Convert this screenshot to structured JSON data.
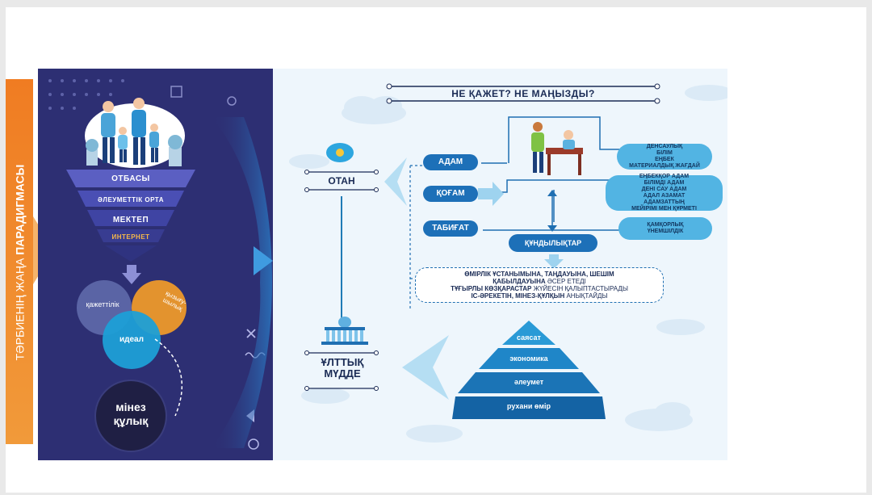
{
  "side_title": {
    "normal": "ТӘРБИЕНІҢ ЖАҢА ",
    "bold": "ПАРАДИГМАСЫ"
  },
  "funnel": [
    "ОТБАСЫ",
    "ӘЛЕУМЕТТІК ОРТА",
    "МЕКТЕП",
    "ИНТЕРНЕТ"
  ],
  "venn": {
    "need": "қажеттілік",
    "interest": "қызығу-шылық",
    "ideal": "идеал"
  },
  "character": {
    "line1": "мінез",
    "line2": "құлық"
  },
  "header": "НЕ ҚАЖЕТ? НЕ МАҢЫЗДЫ?",
  "otan": "ОТАН",
  "national": {
    "line1": "ҰЛТТЫҚ",
    "line2": "МҮДДЕ"
  },
  "nodes": {
    "adam": "АДАМ",
    "qogam": "ҚОҒАМ",
    "tabigat": "ТАБИҒАТ",
    "values": "ҚҰНДЫЛЫҚТАР"
  },
  "boxes": {
    "health": [
      "ДЕНСАУЛЫҚ",
      "БІЛІМ",
      "ЕҢБЕК",
      "МАТЕРИАЛДЫҚ ЖАҒДАЙ"
    ],
    "citizen": [
      "ЕҢБЕКҚОР АДАМ",
      "БІЛІМДІ АДАМ",
      "ДЕНІ САУ АДАМ",
      "АДАЛ АЗАМАТ",
      "АДАМЗАТТЫҢ",
      "МЕЙІРІМІ МЕН ҚҰРМЕТІ"
    ],
    "nature": [
      "ҚАМҚОРЛЫҚ",
      "ҮНЕМШІЛДІК"
    ]
  },
  "influence": [
    {
      "bold": "ӨМІРЛІК ҰСТАНЫМЫНА, ТАҢДАУЫНА, ШЕШІМ",
      "normal": ""
    },
    {
      "bold": "ҚАБЫЛДАУЫНА",
      "normal": " ӘСЕР ЕТЕДІ"
    },
    {
      "bold": "ТҰҒЫРЛЫ КӨЗҚАРАСТАР",
      "normal": " ЖҮЙЕСІН ҚАЛЫПТАСТЫРАДЫ"
    },
    {
      "bold": "ІС-ӘРЕКЕТІН, МІНЕЗ-ҚҰЛҚЫН",
      "normal": " АНЫҚТАЙДЫ"
    }
  ],
  "pyramid": [
    "саясат",
    "экономика",
    "әлеумет",
    "рухани өмір"
  ],
  "colors": {
    "navy": "#2d2f73",
    "orange": "#f07c22",
    "blue": "#1d70b8",
    "light_blue": "#52b4e3",
    "bg": "#eef6fc"
  }
}
